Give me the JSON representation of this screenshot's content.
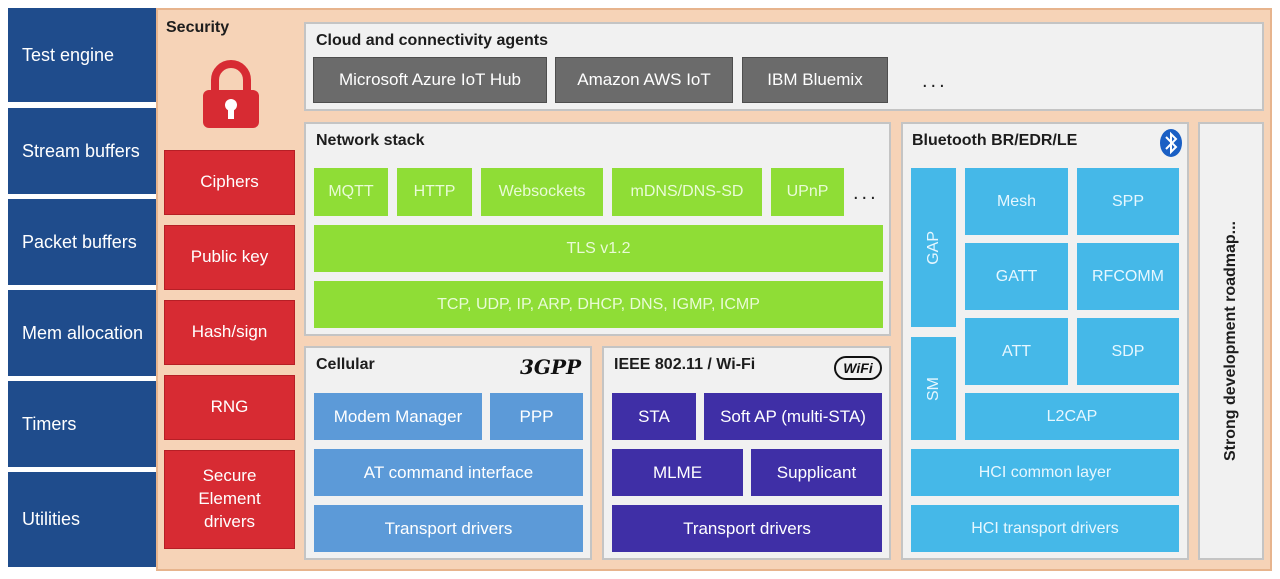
{
  "utilities": [
    "Test engine",
    "Stream buffers",
    "Packet buffers",
    "Mem allocation",
    "Timers",
    "Utilities"
  ],
  "security": {
    "title": "Security",
    "items": [
      "Ciphers",
      "Public key",
      "Hash/sign",
      "RNG",
      "Secure Element drivers"
    ]
  },
  "cloud": {
    "title": "Cloud and connectivity agents",
    "items": [
      "Microsoft Azure IoT Hub",
      "Amazon AWS IoT",
      "IBM Bluemix"
    ],
    "more": "..."
  },
  "network": {
    "title": "Network stack",
    "protocols": [
      "MQTT",
      "HTTP",
      "Websockets",
      "mDNS/DNS-SD",
      "UPnP"
    ],
    "more": "...",
    "tls": "TLS v1.2",
    "transport": "TCP, UDP, IP, ARP, DHCP, DNS, IGMP, ICMP"
  },
  "cellular": {
    "title": "Cellular",
    "logo": "3GPP",
    "modem": "Modem Manager",
    "ppp": "PPP",
    "at": "AT command interface",
    "transport": "Transport drivers"
  },
  "wifi": {
    "title": "IEEE 802.11 / Wi-Fi",
    "logo": "WiFi",
    "sta": "STA",
    "softap": "Soft AP (multi-STA)",
    "mlme": "MLME",
    "supplicant": "Supplicant",
    "transport": "Transport drivers"
  },
  "bluetooth": {
    "title": "Bluetooth BR/EDR/LE",
    "gap": "GAP",
    "sm": "SM",
    "mesh": "Mesh",
    "spp": "SPP",
    "gatt": "GATT",
    "rfcomm": "RFCOMM",
    "att": "ATT",
    "sdp": "SDP",
    "l2cap": "L2CAP",
    "hci_common": "HCI common layer",
    "hci_transport": "HCI transport drivers"
  },
  "roadmap": "Strong development roadmap...",
  "colors": {
    "utility": "#1f4c8c",
    "frame": "#f6d3b7",
    "security": "#d72b33",
    "cloud": "#6b6b6b",
    "network": "#8fdd36",
    "cellular": "#5c9ad8",
    "wifi": "#3f2fa6",
    "bluetooth": "#45b8e8"
  }
}
